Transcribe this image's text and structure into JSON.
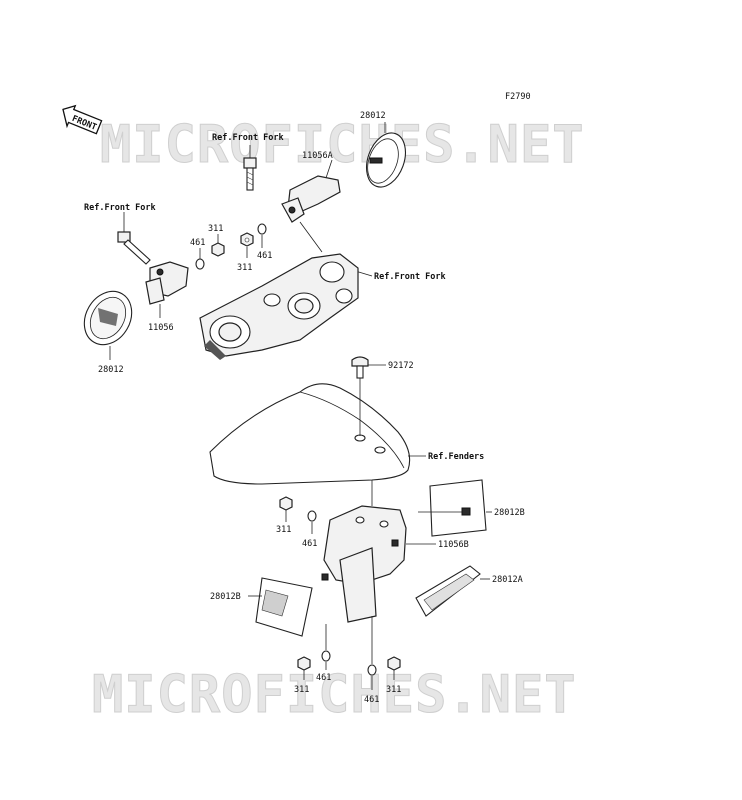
{
  "diagram_code": "F2790",
  "watermark": "MICROFICHES.NET",
  "front_badge": "FRONT",
  "labels": {
    "part_28012_top": "28012",
    "part_11056a": "11056A",
    "ref_front_fork_upper": "Ref.Front Fork",
    "ref_front_fork_left": "Ref.Front Fork",
    "ref_front_fork_right": "Ref.Front Fork",
    "part_311_a": "311",
    "part_461_a": "461",
    "part_311_b": "311",
    "part_461_b": "461",
    "part_11056": "11056",
    "part_28012_left": "28012",
    "part_92172": "92172",
    "ref_fenders": "Ref.Fenders",
    "part_28012b_right": "28012B",
    "part_311_c": "311",
    "part_461_c": "461",
    "part_11056b": "11056B",
    "part_28012a": "28012A",
    "part_28012b_left": "28012B",
    "part_461_d": "461",
    "part_311_d": "311",
    "part_461_e": "461",
    "part_311_e": "311"
  }
}
